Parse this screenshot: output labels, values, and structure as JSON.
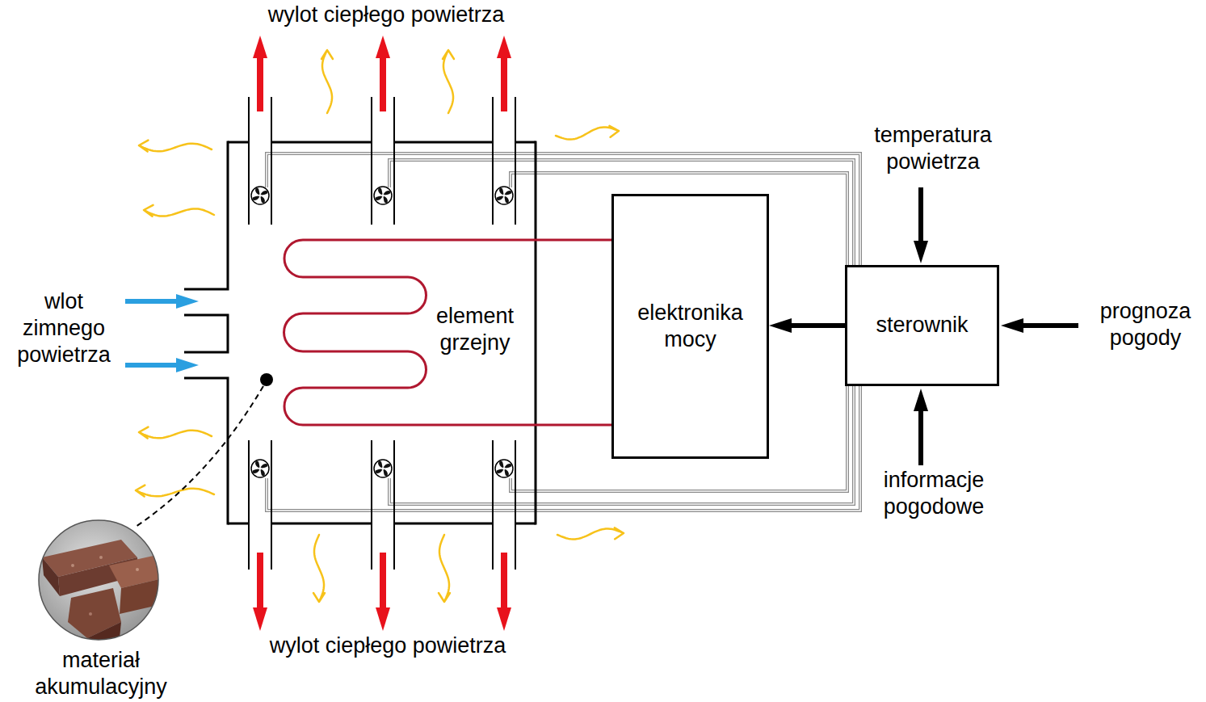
{
  "diagram": {
    "nodes": [
      {
        "text": [
          "elektronika mocy"
        ]
      },
      {
        "text": [
          "sterownik"
        ]
      }
    ],
    "edges": [
      {
        "from": 1,
        "to": 0,
        "arrow": "to"
      }
    ],
    "labels": [
      "wylot ciepłego powietrza",
      "temperatura powietrza",
      "wlot zimnego powietrza",
      "element grzejny",
      "prognoza pogody",
      "informacje pogodowe",
      "wylot ciepłego powietrza",
      "materiał akumulacyjny"
    ]
  }
}
